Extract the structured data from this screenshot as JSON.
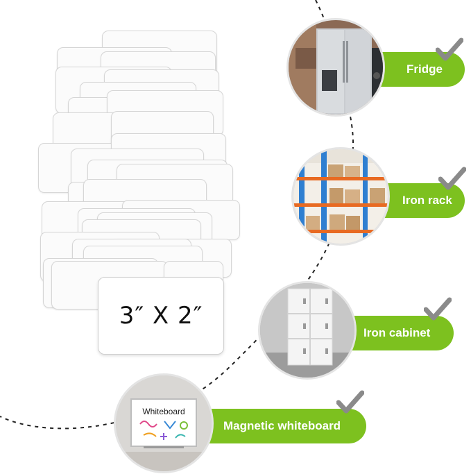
{
  "product": {
    "size_label": "3″ X 2″"
  },
  "applications": [
    {
      "label": "Fridge",
      "icon": "fridge-photo"
    },
    {
      "label": "Iron rack",
      "icon": "warehouse-rack-photo"
    },
    {
      "label": "Iron cabinet",
      "icon": "locker-cabinet-photo"
    },
    {
      "label": "Magnetic whiteboard",
      "icon": "whiteboard-photo"
    }
  ],
  "whiteboard_photo": {
    "board_text": "Whiteboard"
  },
  "colors": {
    "accent_green": "#7dc11f",
    "checkmark_gray": "#8a8a8a",
    "card_border": "#d6d6d6"
  }
}
